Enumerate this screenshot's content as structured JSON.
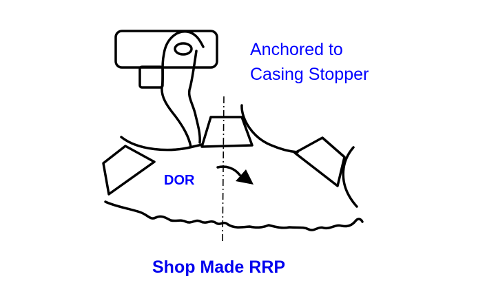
{
  "annotation": {
    "line1": "Anchored to",
    "line2": "Casing Stopper"
  },
  "rotation_label": "DOR",
  "caption": "Shop Made RRP",
  "colors": {
    "label_blue": "#0000ff",
    "line_black": "#000000"
  }
}
